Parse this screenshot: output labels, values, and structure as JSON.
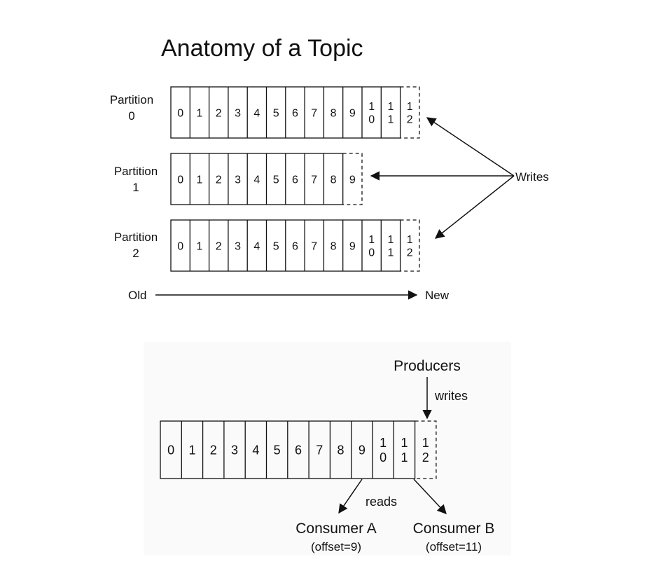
{
  "title": "Anatomy of a Topic",
  "partitions": [
    {
      "label_line1": "Partition",
      "label_line2": "0",
      "cells": [
        "0",
        "1",
        "2",
        "3",
        "4",
        "5",
        "6",
        "7",
        "8",
        "9",
        "10",
        "11"
      ],
      "pending": "12"
    },
    {
      "label_line1": "Partition",
      "label_line2": "1",
      "cells": [
        "0",
        "1",
        "2",
        "3",
        "4",
        "5",
        "6",
        "7",
        "8"
      ],
      "pending": "9"
    },
    {
      "label_line1": "Partition",
      "label_line2": "2",
      "cells": [
        "0",
        "1",
        "2",
        "3",
        "4",
        "5",
        "6",
        "7",
        "8",
        "9",
        "10",
        "11"
      ],
      "pending": "12"
    }
  ],
  "writes_label": "Writes",
  "axis": {
    "old": "Old",
    "new": "New"
  },
  "log": {
    "cells": [
      "0",
      "1",
      "2",
      "3",
      "4",
      "5",
      "6",
      "7",
      "8",
      "9",
      "10",
      "11"
    ],
    "pending": "12"
  },
  "producers_label": "Producers",
  "writes_small_label": "writes",
  "reads_label": "reads",
  "consumers": [
    {
      "name": "Consumer A",
      "offset_text": "(offset=9)",
      "offset": 9
    },
    {
      "name": "Consumer B",
      "offset_text": "(offset=11)",
      "offset": 11
    }
  ],
  "colors": {
    "stroke": "#111111",
    "background": "#ffffff",
    "panel": "#fafafa"
  }
}
